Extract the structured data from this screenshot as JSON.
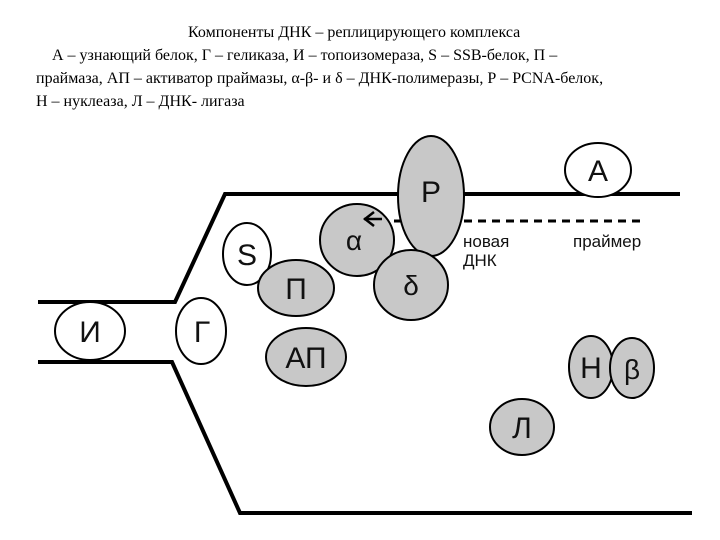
{
  "caption": {
    "title": "Компоненты ДНК – реплицирующего комплекса",
    "line1": "А – узнающий белок, Г – геликаза, И – топоизомераза, S – SSB-белок, П –",
    "line2": "праймаза, АП – активатор праймазы, α-β- и δ – ДНК-полимеразы, Р – PCNA-белок,",
    "line3": "Н – нуклеаза, Л – ДНК- лигаза"
  },
  "proteins": {
    "I": "И",
    "G": "Г",
    "S": "S",
    "P": "П",
    "AP": "АП",
    "alpha": "α",
    "delta": "δ",
    "R": "Р",
    "A": "А",
    "H": "Н",
    "beta": "β",
    "L": "Л"
  },
  "labels": {
    "new_dna_1": "новая",
    "new_dna_2": "ДНК",
    "primer": "праймер"
  },
  "colors": {
    "gray_fill": "#c8c8c8",
    "white_fill": "#ffffff",
    "stroke": "#000000"
  }
}
